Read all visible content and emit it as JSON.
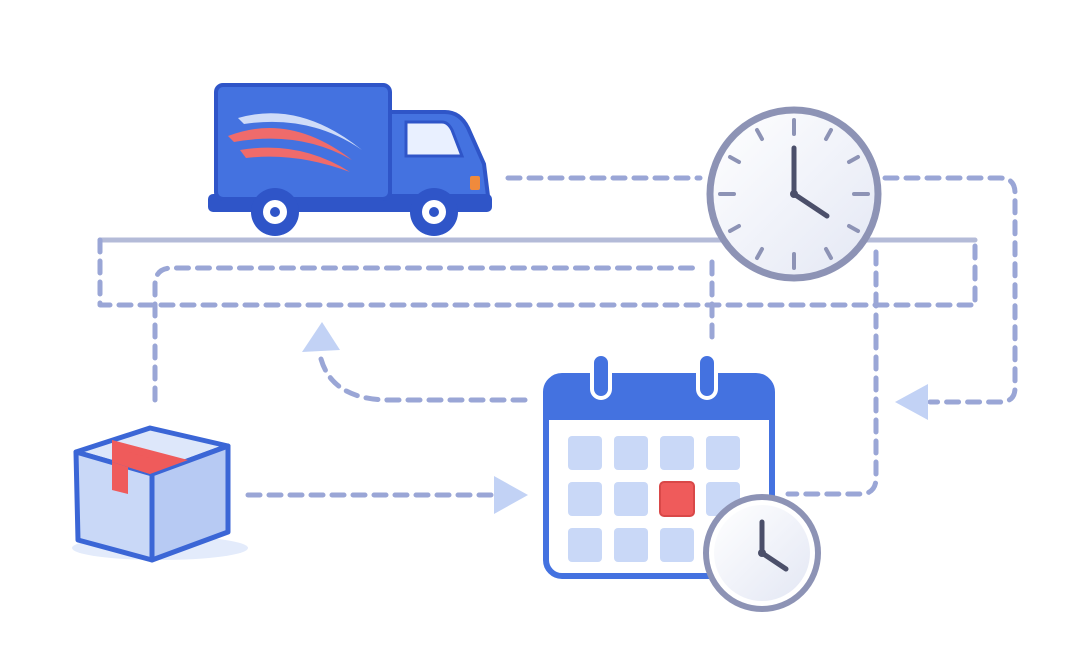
{
  "diagram": {
    "nodes": [
      {
        "id": "truck",
        "icon": "delivery-truck-icon"
      },
      {
        "id": "clock",
        "icon": "wall-clock-icon"
      },
      {
        "id": "package",
        "icon": "package-box-icon"
      },
      {
        "id": "calendar",
        "icon": "calendar-clock-icon"
      }
    ],
    "edges": [
      {
        "from": "package",
        "to": "calendar",
        "style": "dashed",
        "arrow": true
      },
      {
        "from": "calendar",
        "to": "truck",
        "style": "dashed",
        "arrow": true
      },
      {
        "from": "clock",
        "to": "calendar",
        "style": "dashed",
        "arrow": true
      },
      {
        "from": "truck",
        "to": "clock",
        "style": "dashed",
        "arrow": false
      }
    ],
    "calendar": {
      "rows": 3,
      "cols": 4,
      "highlighted_cell": [
        2,
        3
      ]
    },
    "colors": {
      "primary_blue": "#4472e0",
      "dark_blue": "#2f55c8",
      "light_blue": "#c9d8f7",
      "accent_red": "#ef5b5b",
      "connector": "#9aa6d6",
      "clock_ring": "#8d93b5"
    }
  }
}
